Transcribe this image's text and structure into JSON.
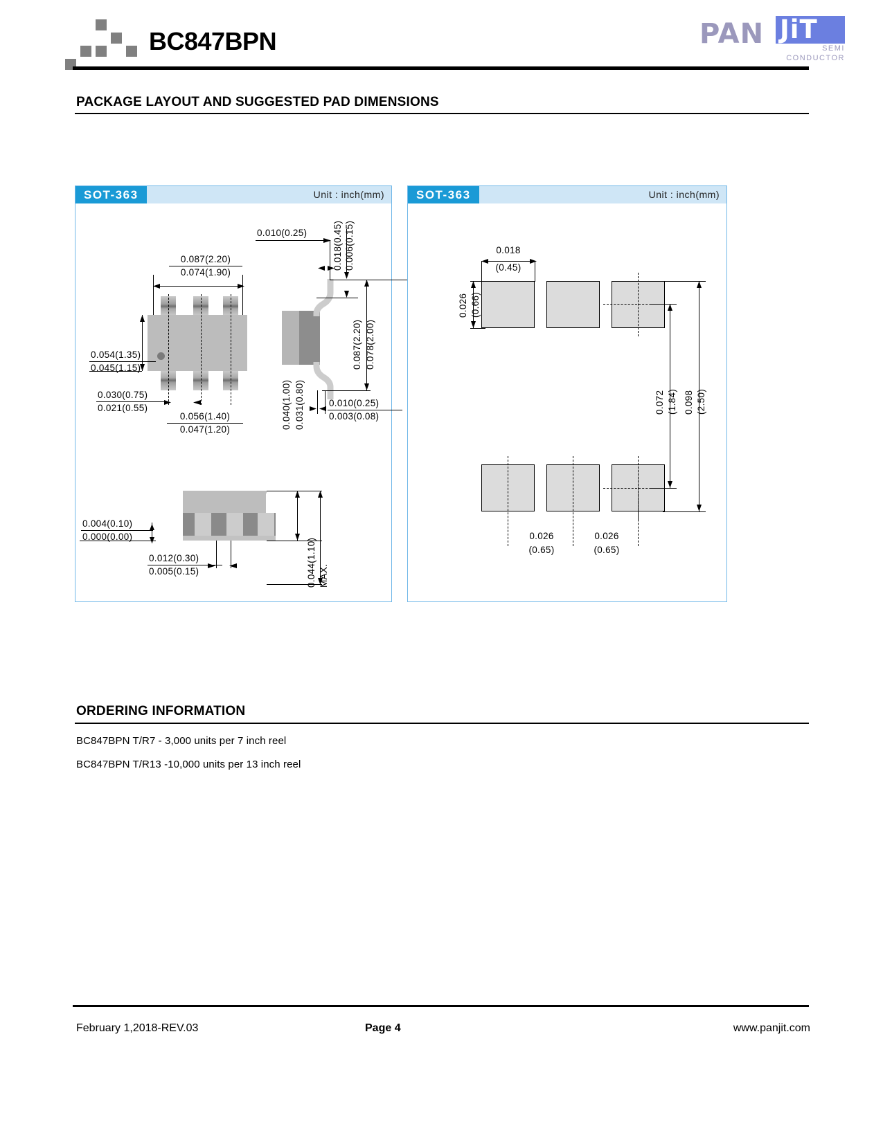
{
  "header": {
    "part_number": "BC847BPN",
    "brand": {
      "pan": "PAN",
      "jit": "JiT",
      "semi": "SEMI",
      "conductor": "CONDUCTOR"
    }
  },
  "sections": {
    "package_layout_title": "PACKAGE LAYOUT AND SUGGESTED PAD DIMENSIONS",
    "ordering_title": "ORDERING INFORMATION"
  },
  "panels": {
    "left": {
      "package": "SOT-363",
      "unit": "Unit : inch(mm)",
      "dims": {
        "width_max": "0.087(2.20)",
        "width_min": "0.074(1.90)",
        "height_max": "0.054(1.35)",
        "height_min": "0.045(1.15)",
        "lead_width_max": "0.030(0.75)",
        "lead_width_min": "0.021(0.55)",
        "pitch_max": "0.056(1.40)",
        "pitch_min": "0.047(1.20)",
        "lead_len": "0.010(0.25)",
        "lead_thk_max": "0.018(0.45)",
        "lead_thk_min": "0.006(0.15)",
        "depth_max": "0.087(2.20)",
        "depth_min": "0.078(2.00)",
        "foot_max": "0.010(0.25)",
        "foot_min": "0.003(0.08)",
        "body_h_max": "0.040(1.00)",
        "body_h_min": "0.031(0.80)",
        "standoff_max": "0.004(0.10)",
        "standoff_min": "0.000(0.00)",
        "foot_w_max": "0.012(0.30)",
        "foot_w_min": "0.005(0.15)",
        "total_h": "0.044(1.10)",
        "total_h_note": "MAX."
      }
    },
    "right": {
      "package": "SOT-363",
      "unit": "Unit : inch(mm)",
      "dims": {
        "pad_w_in": "0.018",
        "pad_w_mm": "(0.45)",
        "pad_h_in": "0.026",
        "pad_h_mm": "(0.66)",
        "span_inner_in": "0.072",
        "span_inner_mm": "(1.84)",
        "span_outer_in": "0.098",
        "span_outer_mm": "(2.50)",
        "pitch1_in": "0.026",
        "pitch1_mm": "(0.65)",
        "pitch2_in": "0.026",
        "pitch2_mm": "(0.65)"
      }
    }
  },
  "ordering": {
    "lines": [
      "BC847BPN T/R7 - 3,000 units per 7 inch reel",
      "BC847BPN T/R13 -10,000 units per 13 inch reel"
    ]
  },
  "footer": {
    "date_rev": "February 1,2018-REV.03",
    "page": "Page 4",
    "website": "www.panjit.com"
  },
  "colors": {
    "accent_blue": "#1a9ad6",
    "panel_border": "#6fb7e8",
    "header_bar_light": "#cfe6f6",
    "brand_purple": "#9b98bc",
    "brand_blue": "#6b7fe0",
    "body_gray": "#b8b8b8",
    "pad_gray": "#dcdcdc"
  }
}
